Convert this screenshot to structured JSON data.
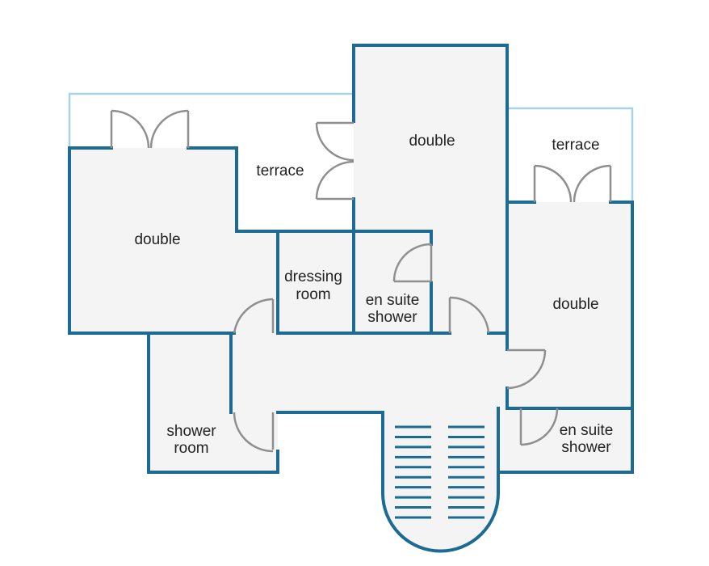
{
  "labels": {
    "double_left": "double",
    "double_top": "double",
    "double_right": "double",
    "terrace_left": "terrace",
    "terrace_right": "terrace",
    "dressing_line1": "dressing",
    "dressing_line2": "room",
    "ensuite_mid_line1": "en suite",
    "ensuite_mid_line2": "shower",
    "shower_room_line1": "shower",
    "shower_room_line2": "room",
    "ensuite_right_line1": "en suite",
    "ensuite_right_line2": "shower"
  },
  "colors": {
    "wall": "#1c6b94",
    "terrace_edge": "#a6d3e6",
    "door": "#8f8f8f",
    "floor": "#f4f4f4"
  },
  "staircase": {
    "step_count": 10
  }
}
